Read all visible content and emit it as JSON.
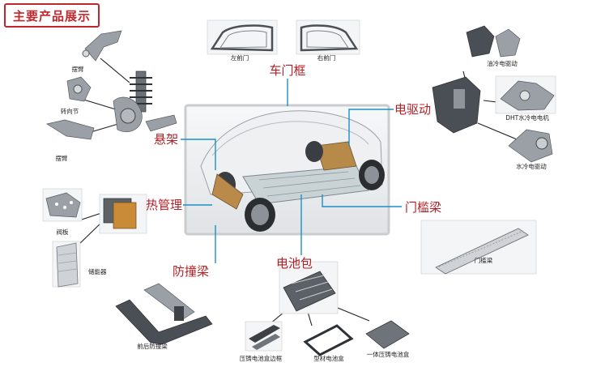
{
  "title": "主要产品展示",
  "categories": {
    "door_frame": "车门框",
    "suspension": "悬架",
    "thermal": "热管理",
    "bumper": "防撞梁",
    "battery_pack": "电池包",
    "e_drive": "电驱动",
    "sill_beam": "门槛梁"
  },
  "parts": {
    "left_front_door": "左前门",
    "right_front_door": "右前门",
    "control_arm_top": "摆臂",
    "steering_knuckle": "转向节",
    "control_arm_bottom": "摆臂",
    "valve_plate": "阀板",
    "accumulator": "储能器",
    "front_rear_bumper": "前后防撞梁",
    "battery_frame": "压铸电池盒边框",
    "profile_battery_box": "型材电池盒",
    "integrated_battery_box": "一体压铸电池盒",
    "oil_cooled_drive": "油冷电驱动",
    "dht_motor": "DHT水冷电电机",
    "water_cooled_drive": "水冷电驱动",
    "sill_beam_part": "门槛梁"
  },
  "colors": {
    "title_red": "#c0272d",
    "category_red": "#b02027",
    "connector_blue": "#1c8fc7"
  }
}
